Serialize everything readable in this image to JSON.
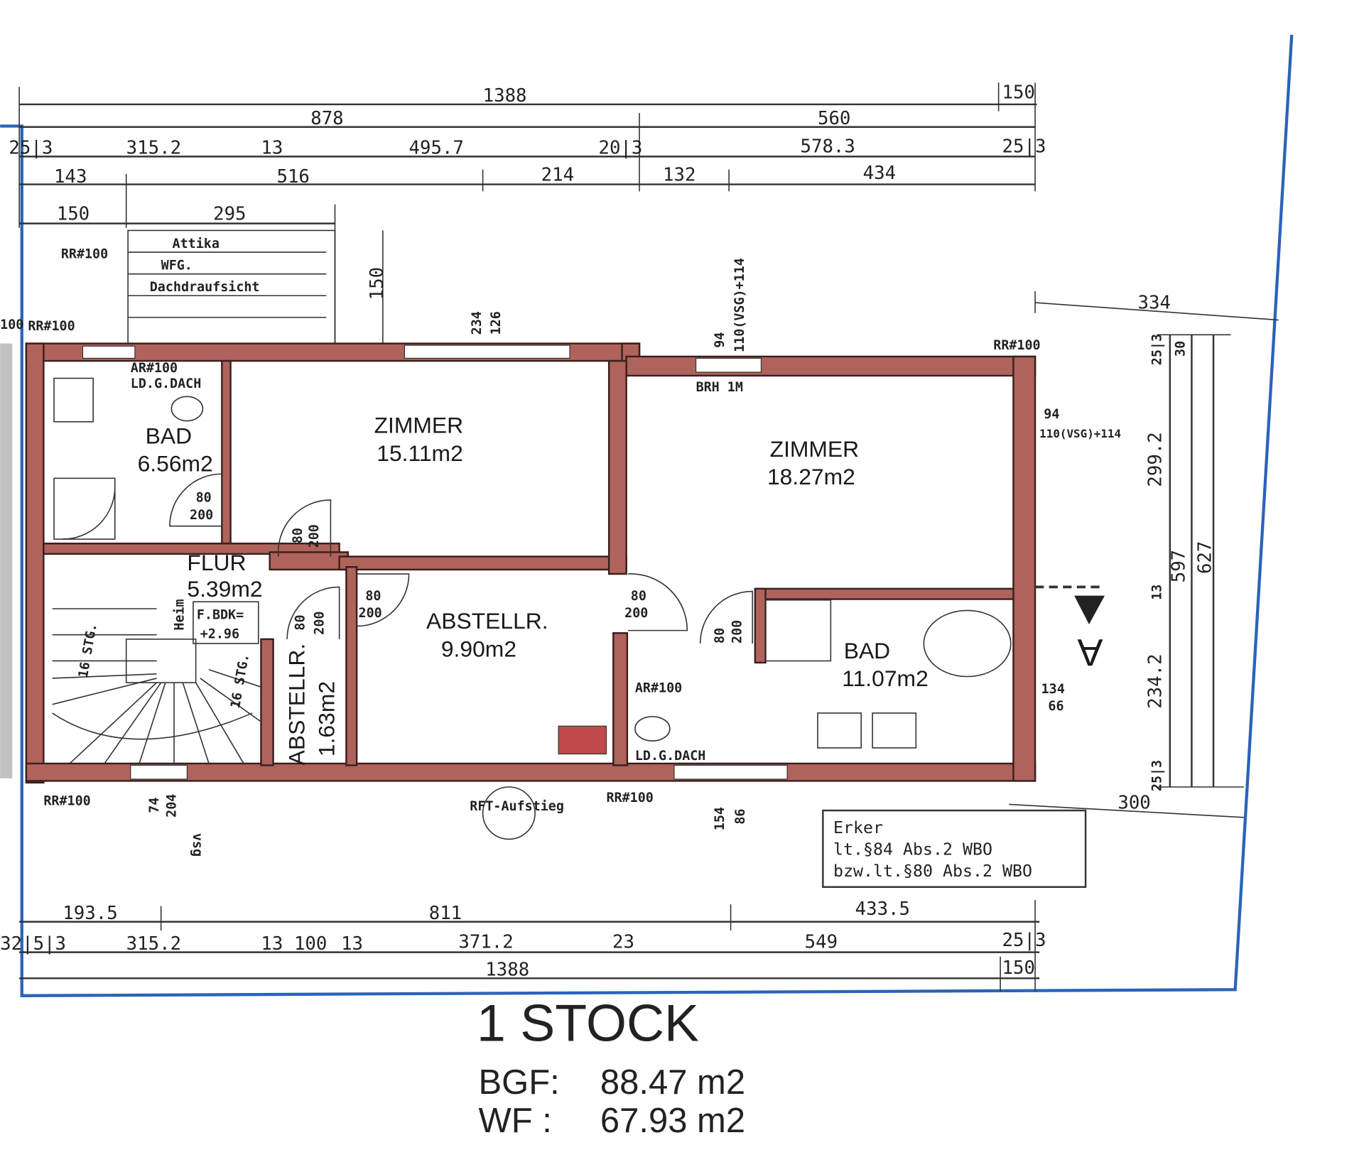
{
  "title": "1 STOCK",
  "summary": {
    "bgf_label": "BGF:",
    "bgf_value": "88.47 m2",
    "wf_label": "WF :",
    "wf_value": "67.93 m2"
  },
  "rooms": [
    {
      "name": "BAD",
      "area": "6.56m2"
    },
    {
      "name": "ZIMMER",
      "area": "15.11m2"
    },
    {
      "name": "ZIMMER",
      "area": "18.27m2"
    },
    {
      "name": "FLUR",
      "area": "5.39m2"
    },
    {
      "name": "ABSTELLR.",
      "area": "9.90m2"
    },
    {
      "name": "BAD",
      "area": "11.07m2"
    },
    {
      "name": "ABSTELLR.",
      "area": "1.63m2"
    }
  ],
  "flur_note": {
    "line1": "F.BDK=",
    "line2": "+2.96"
  },
  "dims_top": {
    "r1": [
      "1388",
      "150"
    ],
    "r2": [
      "878",
      "560"
    ],
    "r3": [
      "25|3",
      "315.2",
      "13",
      "495.7",
      "20|3",
      "578.3",
      "25|3"
    ],
    "r4": [
      "143",
      "516",
      "214",
      "132",
      "434"
    ],
    "r5": [
      "150",
      "295"
    ]
  },
  "dims_bottom": {
    "r1": [
      "193.5",
      "811",
      "433.5"
    ],
    "r2": [
      "32|5|3",
      "315.2",
      "13",
      "100",
      "13",
      "371.2",
      "23",
      "549",
      "25|3"
    ],
    "r3": [
      "1388",
      "150"
    ]
  },
  "dims_right": [
    "25|3",
    "30",
    "299.2",
    "13",
    "234.2",
    "25|3",
    "597",
    "627"
  ],
  "annotations": {
    "attika": "Attika",
    "wfg": "WFG.",
    "dachdraufsicht": "Dachdraufsicht",
    "rr1": "RR#100",
    "rr2": "RR#100",
    "rr3": "RR#100",
    "rr4": "RR#100",
    "rr5": "RR#100",
    "left100": "100",
    "ar_top": "AR#100",
    "ld_top": "LD.G.DACH",
    "ar_bottom": "AR#100",
    "ld_bottom": "LD.G.DACH",
    "dim150": "150",
    "dim234": "234",
    "dim126": "126",
    "dim94": "94",
    "vsg_top": "110(VSG)+114",
    "brh": "BRH 1M",
    "dim334": "334",
    "dim94r": "94",
    "vsg_right": "110(VSG)+114",
    "dim134": "134",
    "dim66": "66",
    "dim300": "300",
    "dim74": "74",
    "dim204": "204",
    "vsg": "vsg",
    "rft": "RFT-Aufstieg",
    "dim154": "154",
    "dim86": "86",
    "heim": "Heim",
    "stg1": "16 STG.",
    "stg2": "16 STG."
  },
  "doors": [
    {
      "w": "80",
      "h": "200"
    },
    {
      "w": "80",
      "h": "200"
    },
    {
      "w": "80",
      "h": "200"
    },
    {
      "w": "80",
      "h": "200"
    },
    {
      "w": "80",
      "h": "200"
    },
    {
      "w": "80",
      "h": "200"
    }
  ],
  "erker": {
    "line1": "Erker",
    "line2": "lt.§84 Abs.2 WBO",
    "line3": "bzw.lt.§80 Abs.2 WBO"
  },
  "section_marker": "A",
  "colors": {
    "wall": "#b0635b",
    "boundary": "#2a64b8"
  }
}
